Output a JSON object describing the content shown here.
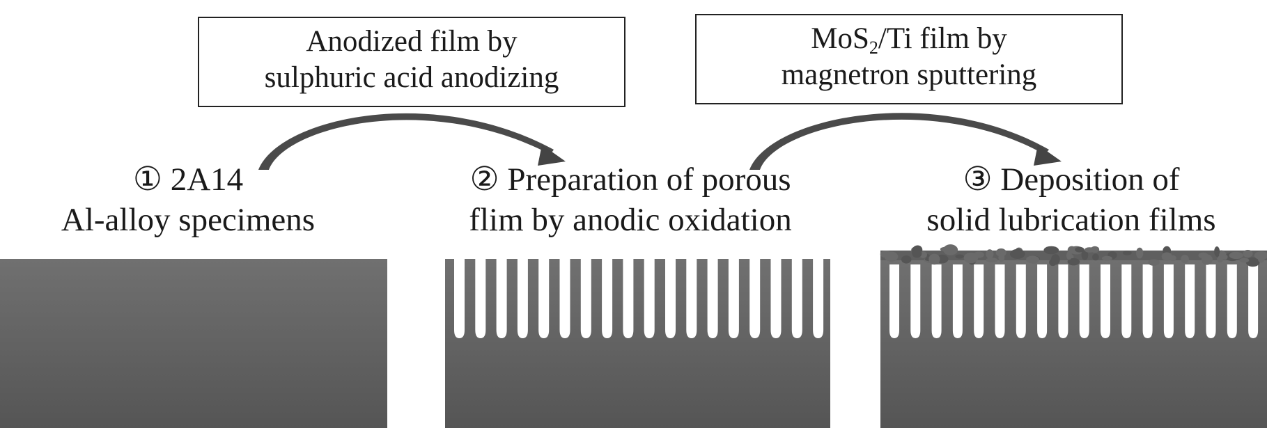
{
  "box1": {
    "line1": "Anodized film by",
    "line2": "sulphuric acid anodizing"
  },
  "box2": {
    "line1_pre": "MoS",
    "line1_sub": "2",
    "line1_post": "/Ti film by",
    "line2": "magnetron sputtering"
  },
  "steps": [
    {
      "line1": "① 2A14",
      "line2": "Al-alloy specimens"
    },
    {
      "line1": "② Preparation of porous",
      "line2": "flim by anodic oxidation"
    },
    {
      "line1": "③ Deposition of",
      "line2": "solid lubrication films"
    }
  ],
  "colors": {
    "block_top": "#6e6e6e",
    "block_bottom": "#575757",
    "lubricant": "#5f5f5f",
    "arrow": "#4a4a4a",
    "border": "#222222"
  }
}
